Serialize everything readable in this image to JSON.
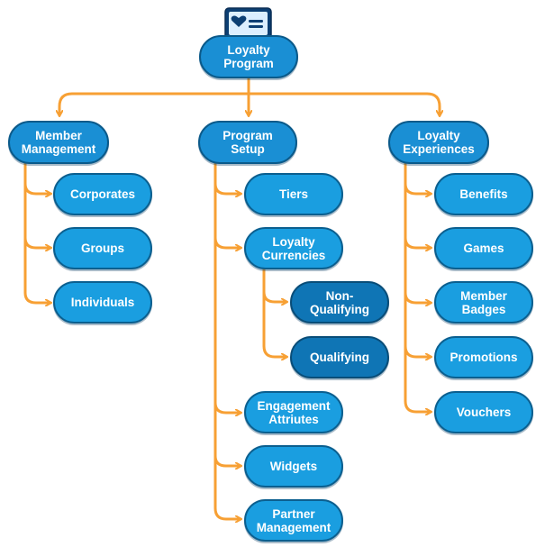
{
  "root": {
    "label": "Loyalty\nProgram",
    "icon": "loyalty-card-heart-icon"
  },
  "colors": {
    "connector": "#f7a034",
    "node_fill": "#1a9ee0",
    "node_dark": "#0f75b5",
    "node_border": "#0b5f8f"
  },
  "branches": [
    {
      "label": "Member\nManagement",
      "children": [
        "Corporates",
        "Groups",
        "Individuals"
      ]
    },
    {
      "label": "Program\nSetup",
      "children": [
        "Tiers",
        "Loyalty\nCurrencies",
        "Engagement\nAttriutes",
        "Widgets",
        "Partner\nManagement"
      ],
      "sub_children": [
        "Non-\nQualifying",
        "Qualifying"
      ]
    },
    {
      "label": "Loyalty\nExperiences",
      "children": [
        "Benefits",
        "Games",
        "Member\nBadges",
        "Promotions",
        "Vouchers"
      ]
    }
  ]
}
